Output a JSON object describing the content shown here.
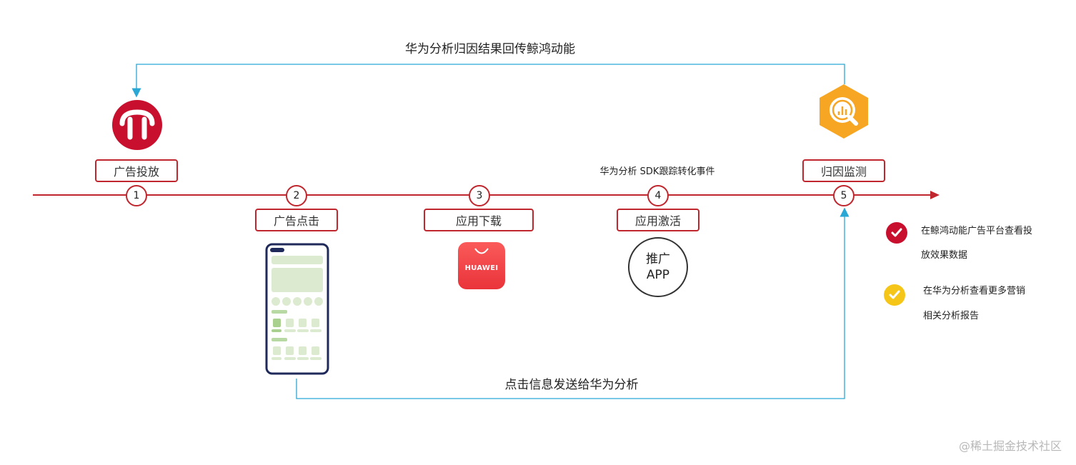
{
  "captions": {
    "top_flow": "华为分析归因结果回传鲸鸿动能",
    "bottom_flow": "点击信息发送给华为分析",
    "sdk_note": "华为分析 SDK跟踪转化事件"
  },
  "steps": [
    {
      "number": "1",
      "label": "广告投放"
    },
    {
      "number": "2",
      "label": "广告点击"
    },
    {
      "number": "3",
      "label": "应用下载"
    },
    {
      "number": "4",
      "label": "应用激活"
    },
    {
      "number": "5",
      "label": "归因监测"
    }
  ],
  "app_icon_text": "HUAWEI",
  "promo_circle": {
    "line1": "推广",
    "line2": "APP"
  },
  "notes": [
    {
      "line1": "在鲸鸿动能广告平台查看投",
      "line2": "放效果数据",
      "color": "#c8102e"
    },
    {
      "line1": "在华为分析查看更多营销",
      "line2": "相关分析报告",
      "color": "#f5c518"
    }
  ],
  "watermark": "@稀土掘金技术社区",
  "colors": {
    "accent_red": "#c0262d",
    "link_blue": "#29a8d6",
    "analytics_orange": "#f6a623"
  }
}
